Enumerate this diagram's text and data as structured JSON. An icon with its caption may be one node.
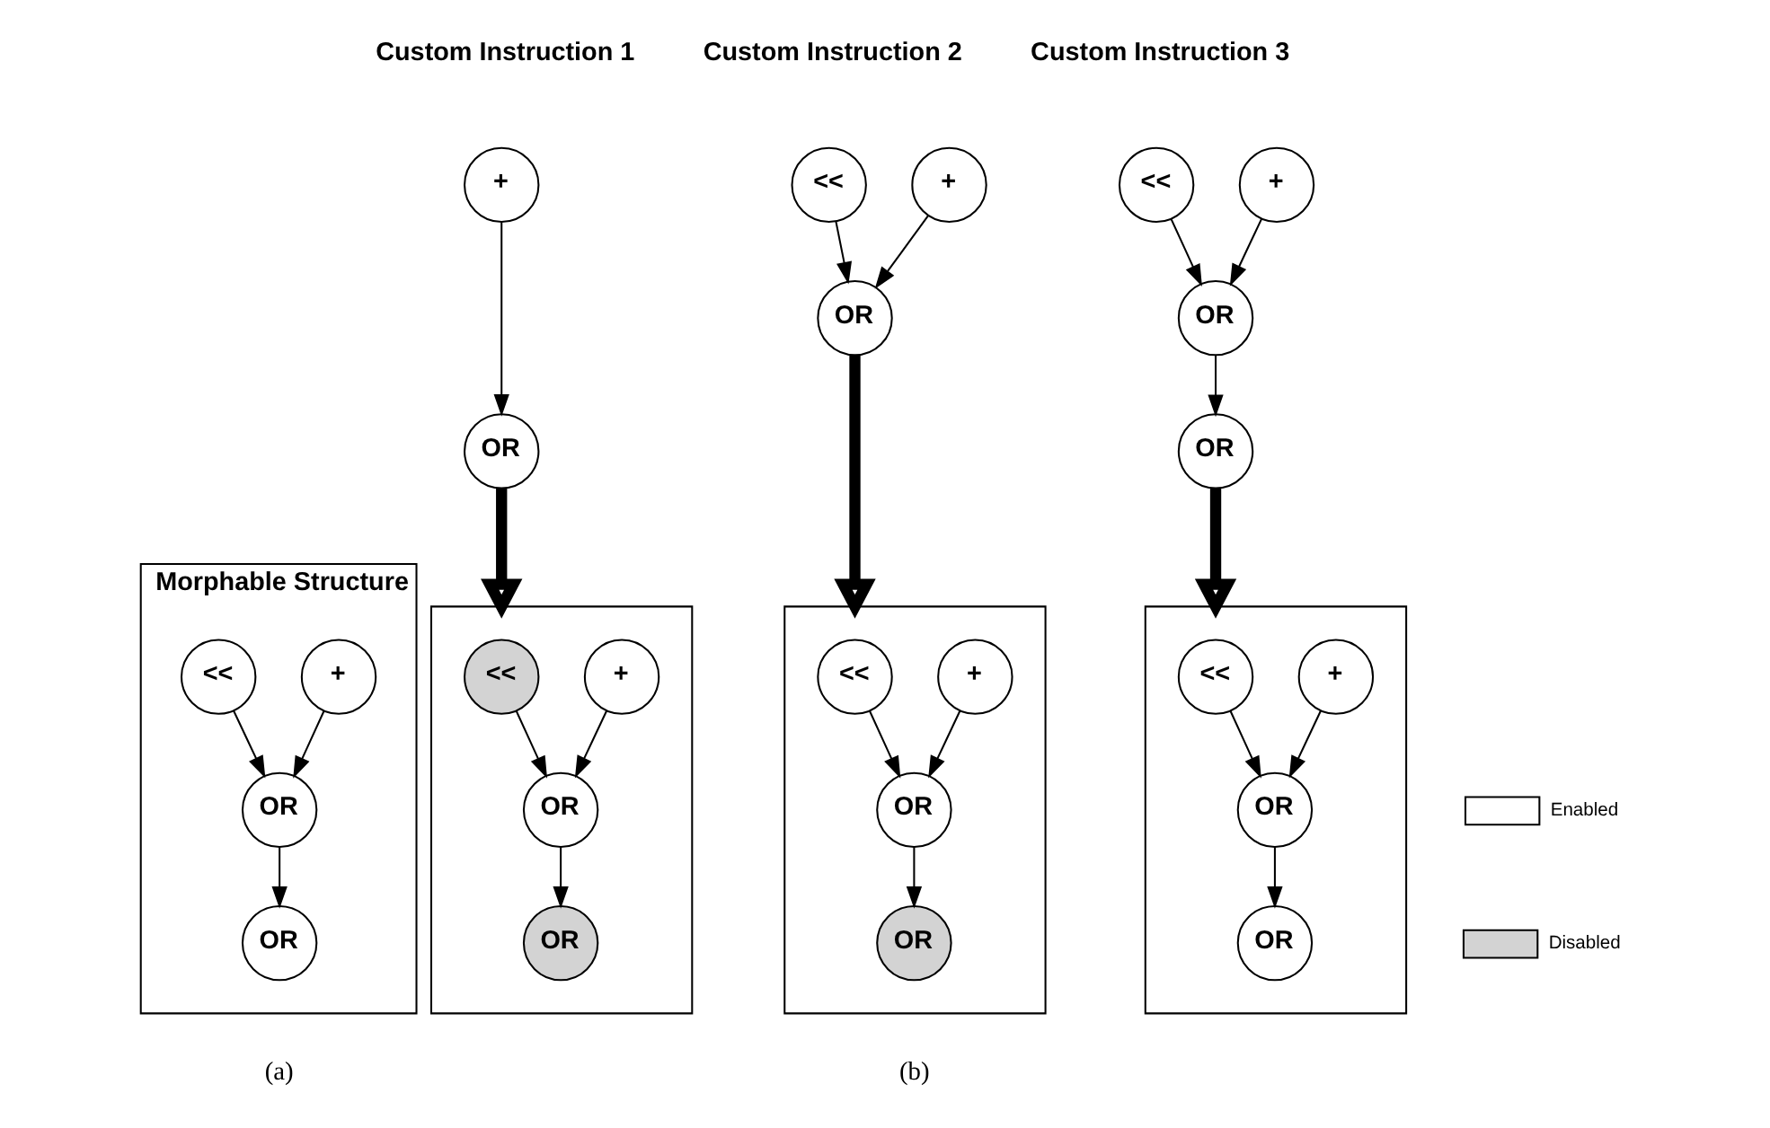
{
  "diagram": {
    "nodes": [
      {
        "text": [
          "Morphable Structure"
        ]
      },
      {
        "text": [
          "<<"
        ],
        "in": 0
      },
      {
        "text": [
          "+"
        ],
        "in": 0
      },
      {
        "text": [
          "OR"
        ],
        "in": 0
      },
      {
        "text": [
          "OR"
        ],
        "in": 0
      },
      {
        "text": [
          "+"
        ]
      },
      {
        "text": [
          "OR"
        ]
      },
      {
        "text": [],
        "shape": "box"
      },
      {
        "text": [
          "<<"
        ],
        "in": 7
      },
      {
        "text": [
          "+"
        ],
        "in": 7
      },
      {
        "text": [
          "OR"
        ],
        "in": 7
      },
      {
        "text": [
          "OR"
        ],
        "in": 7
      },
      {
        "text": [
          "<<"
        ]
      },
      {
        "text": [
          "+"
        ]
      },
      {
        "text": [
          "OR"
        ]
      },
      {
        "text": [],
        "shape": "box"
      },
      {
        "text": [
          "<<"
        ],
        "in": 15
      },
      {
        "text": [
          "+"
        ],
        "in": 15
      },
      {
        "text": [
          "OR"
        ],
        "in": 15
      },
      {
        "text": [
          "OR"
        ],
        "in": 15
      },
      {
        "text": [
          "<<"
        ]
      },
      {
        "text": [
          "+"
        ]
      },
      {
        "text": [
          "OR"
        ]
      },
      {
        "text": [
          "OR"
        ]
      },
      {
        "text": [],
        "shape": "box"
      },
      {
        "text": [
          "<<"
        ],
        "in": 24
      },
      {
        "text": [
          "+"
        ],
        "in": 24
      },
      {
        "text": [
          "OR"
        ],
        "in": 24
      },
      {
        "text": [
          "OR"
        ],
        "in": 24
      }
    ],
    "edges": [
      {
        "from": 1,
        "to": 3,
        "arrow": "to"
      },
      {
        "from": 2,
        "to": 3,
        "arrow": "to"
      },
      {
        "from": 3,
        "to": 4,
        "arrow": "to"
      },
      {
        "from": 5,
        "to": 6,
        "arrow": "to"
      },
      {
        "from": 6,
        "to": 7,
        "arrow": "to",
        "style": "thick"
      },
      {
        "from": 8,
        "to": 10,
        "arrow": "to"
      },
      {
        "from": 9,
        "to": 10,
        "arrow": "to"
      },
      {
        "from": 10,
        "to": 11,
        "arrow": "to"
      },
      {
        "from": 12,
        "to": 14,
        "arrow": "to"
      },
      {
        "from": 13,
        "to": 14,
        "arrow": "to"
      },
      {
        "from": 14,
        "to": 15,
        "arrow": "to",
        "style": "thick"
      },
      {
        "from": 16,
        "to": 18,
        "arrow": "to"
      },
      {
        "from": 17,
        "to": 18,
        "arrow": "to"
      },
      {
        "from": 18,
        "to": 19,
        "arrow": "to"
      },
      {
        "from": 20,
        "to": 22,
        "arrow": "to"
      },
      {
        "from": 21,
        "to": 22,
        "arrow": "to"
      },
      {
        "from": 22,
        "to": 23,
        "arrow": "to"
      },
      {
        "from": 23,
        "to": 24,
        "arrow": "to",
        "style": "thick"
      },
      {
        "from": 25,
        "to": 27,
        "arrow": "to"
      },
      {
        "from": 26,
        "to": 27,
        "arrow": "to"
      },
      {
        "from": 27,
        "to": 28,
        "arrow": "to"
      }
    ],
    "labels": [
      "Custom Instruction 3",
      "Custom Instruction 1",
      "Custom Instruction 2",
      "(a)",
      "(b)"
    ],
    "legend": [
      {
        "text": "Enabled",
        "color": "#ffffff"
      },
      {
        "text": "Disabled",
        "color": "#d3d3d3"
      }
    ]
  }
}
